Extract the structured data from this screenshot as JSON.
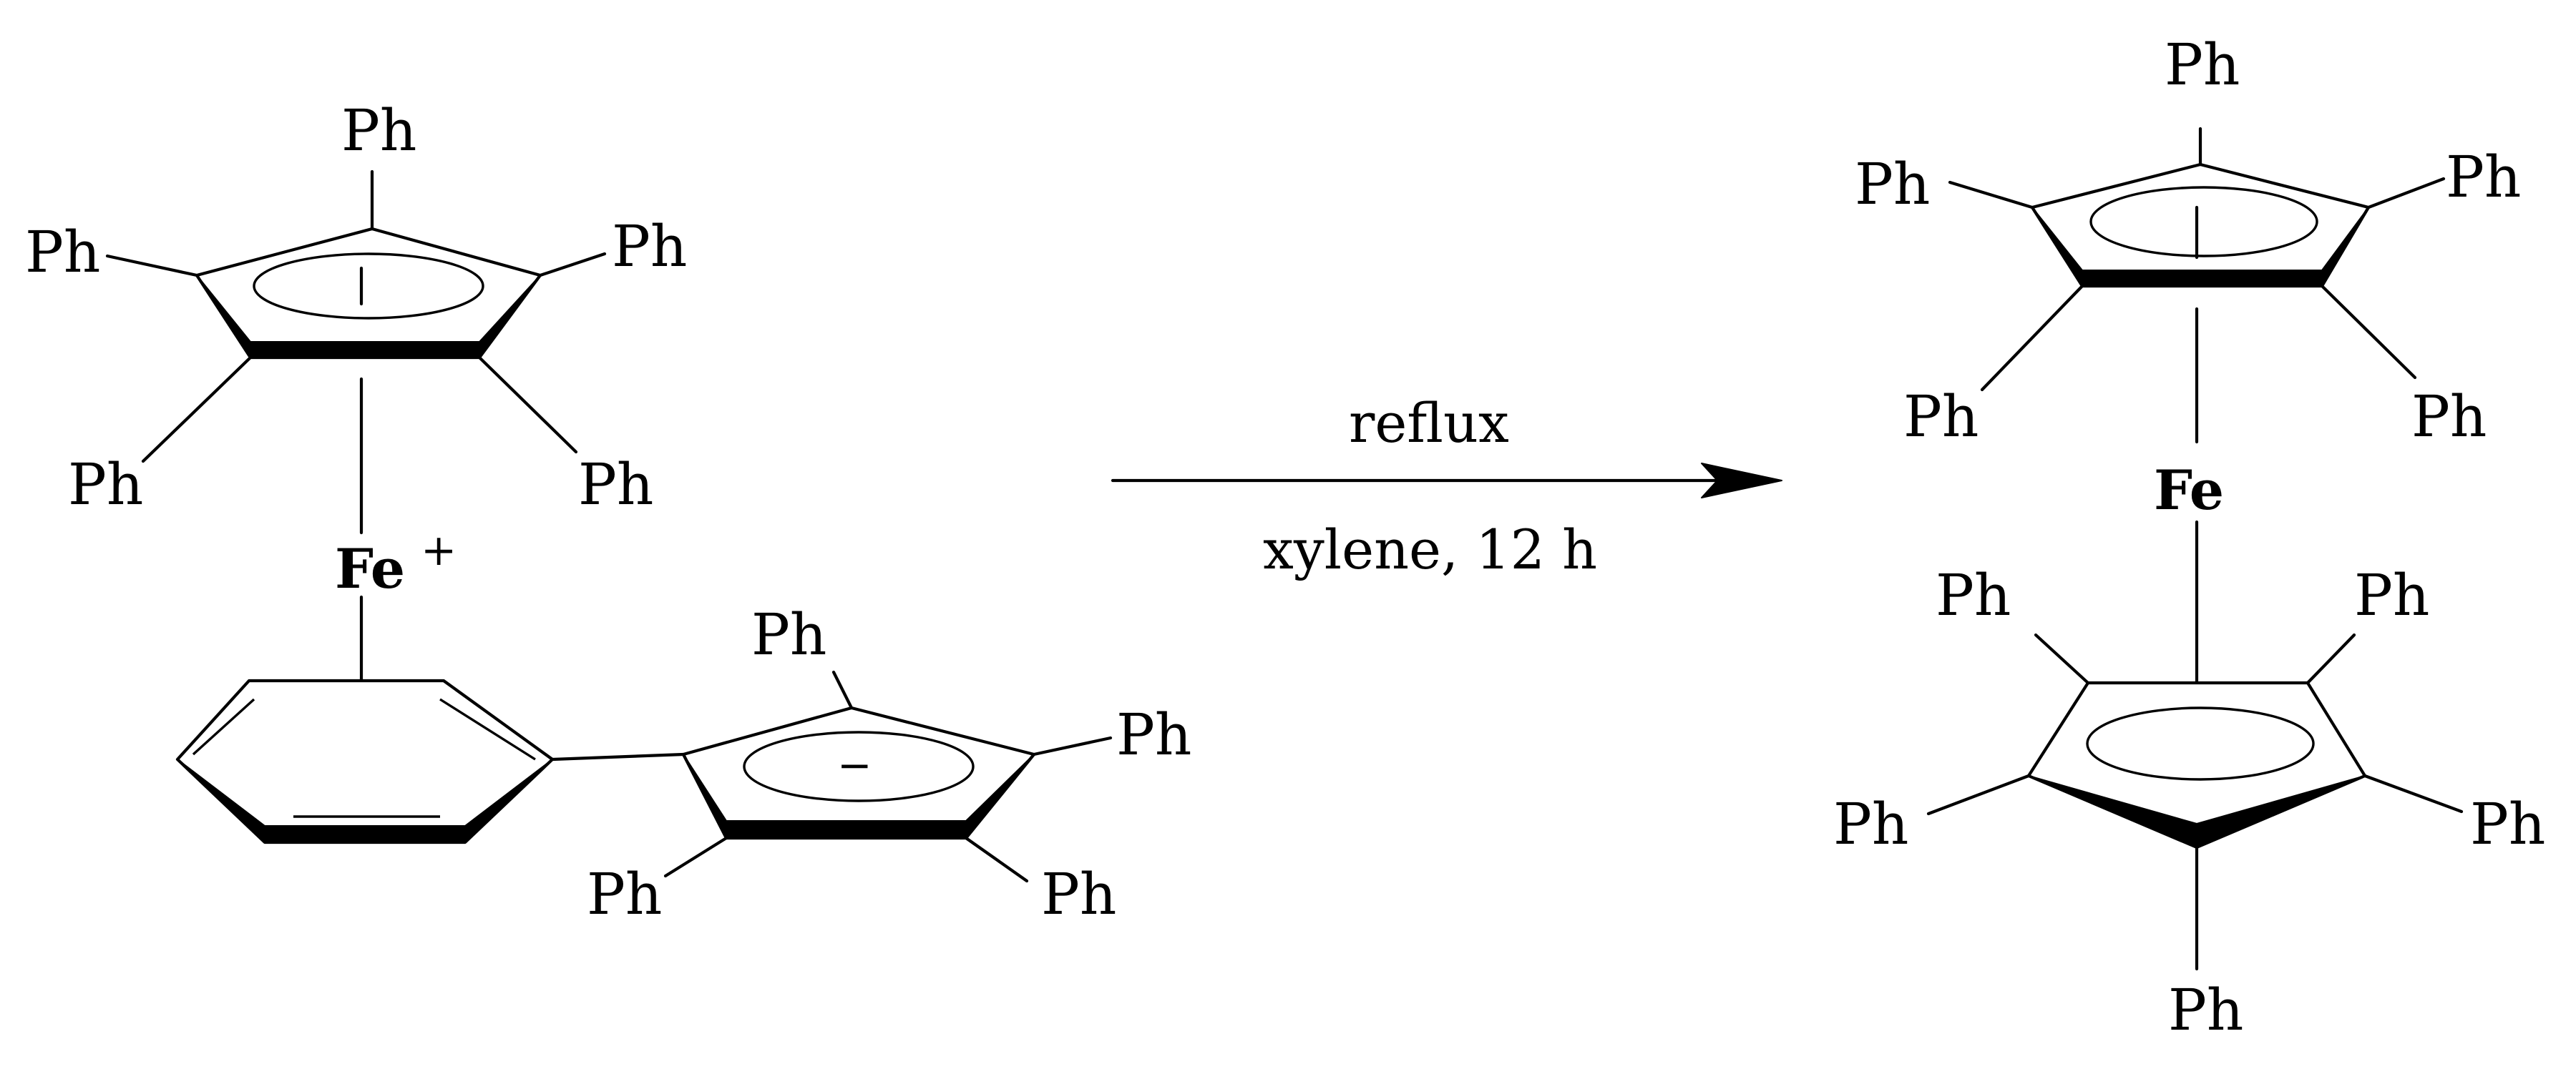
{
  "reactant": {
    "top_ring_substituent": "Ph",
    "metal_label": "Fe",
    "metal_charge": "+",
    "cp_ring_charge": "−"
  },
  "conditions": {
    "above_arrow": "reflux",
    "below_arrow": "xylene, 12 h"
  },
  "product": {
    "substituent": "Ph",
    "metal_label": "Fe"
  }
}
